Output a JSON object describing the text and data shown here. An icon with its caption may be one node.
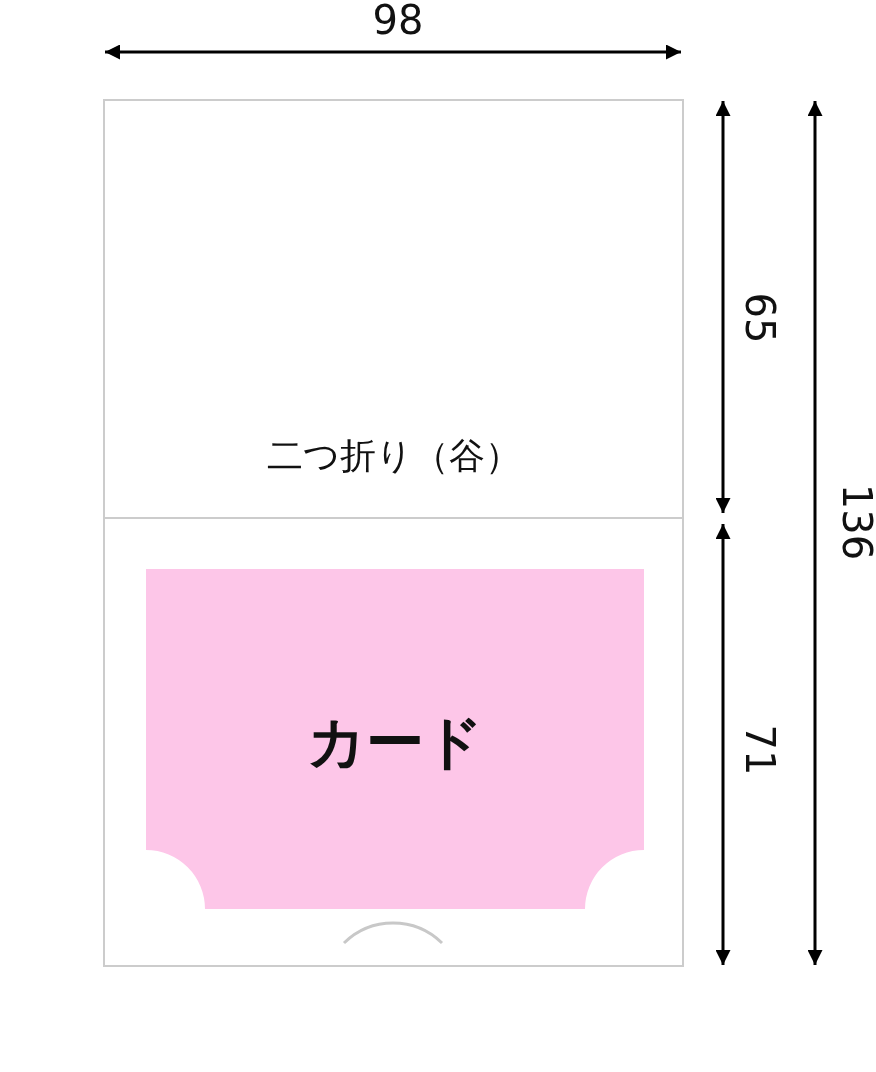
{
  "diagram": {
    "nodes": [
      {
        "text": [
          "二つ折り（谷）"
        ]
      },
      {
        "text": [],
        "shape": "box"
      },
      {
        "text": [
          "カード"
        ],
        "in": 1
      }
    ],
    "labels": [
      "98",
      "65",
      "136",
      "71"
    ]
  }
}
